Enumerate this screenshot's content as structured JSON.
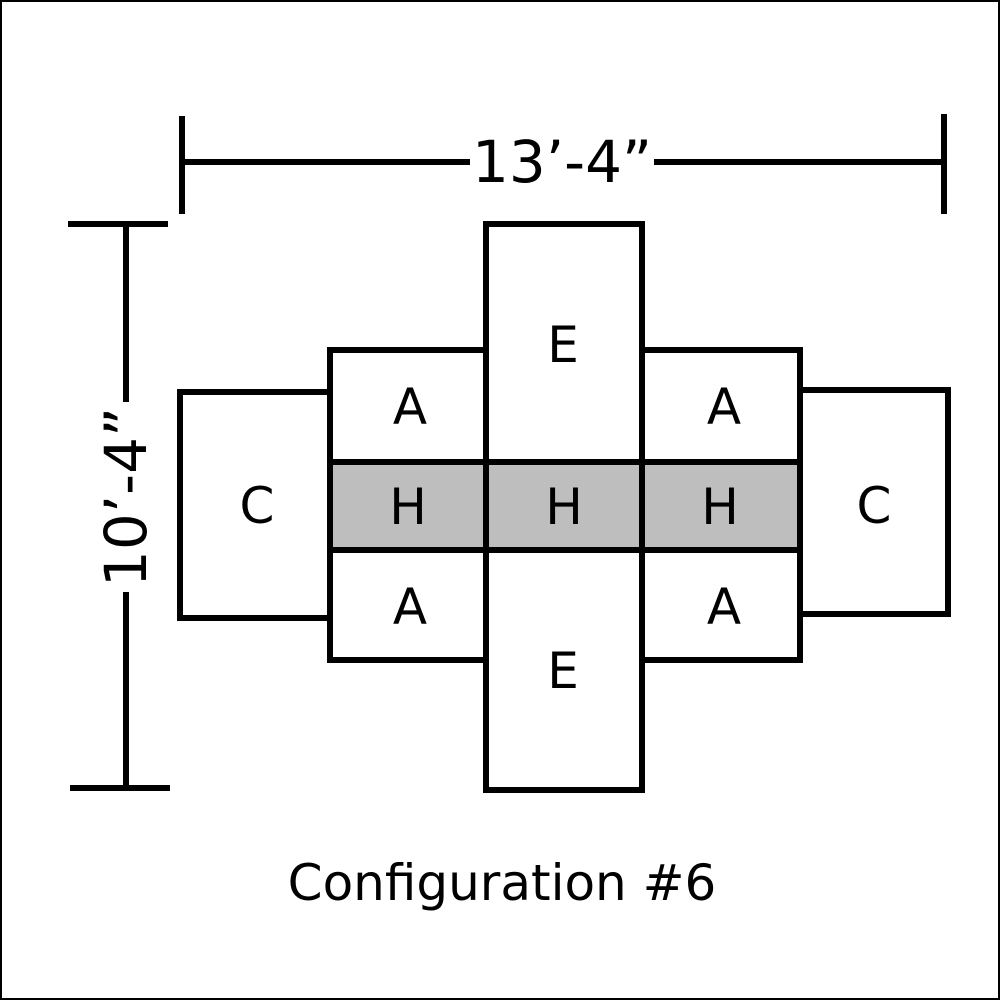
{
  "dimensions": {
    "width": "13’-4”",
    "height": "10’-4”"
  },
  "pieces": {
    "e_top": "E",
    "e_bottom": "E",
    "a_top_left": "A",
    "a_top_right": "A",
    "a_bottom_left": "A",
    "a_bottom_right": "A",
    "c_left": "C",
    "c_right": "C",
    "h_left": "H",
    "h_center": "H",
    "h_right": "H"
  },
  "caption": "Configuration #6",
  "colors": {
    "outline": "#000000",
    "highlight_fill": "#bebebe",
    "background": "#ffffff"
  }
}
